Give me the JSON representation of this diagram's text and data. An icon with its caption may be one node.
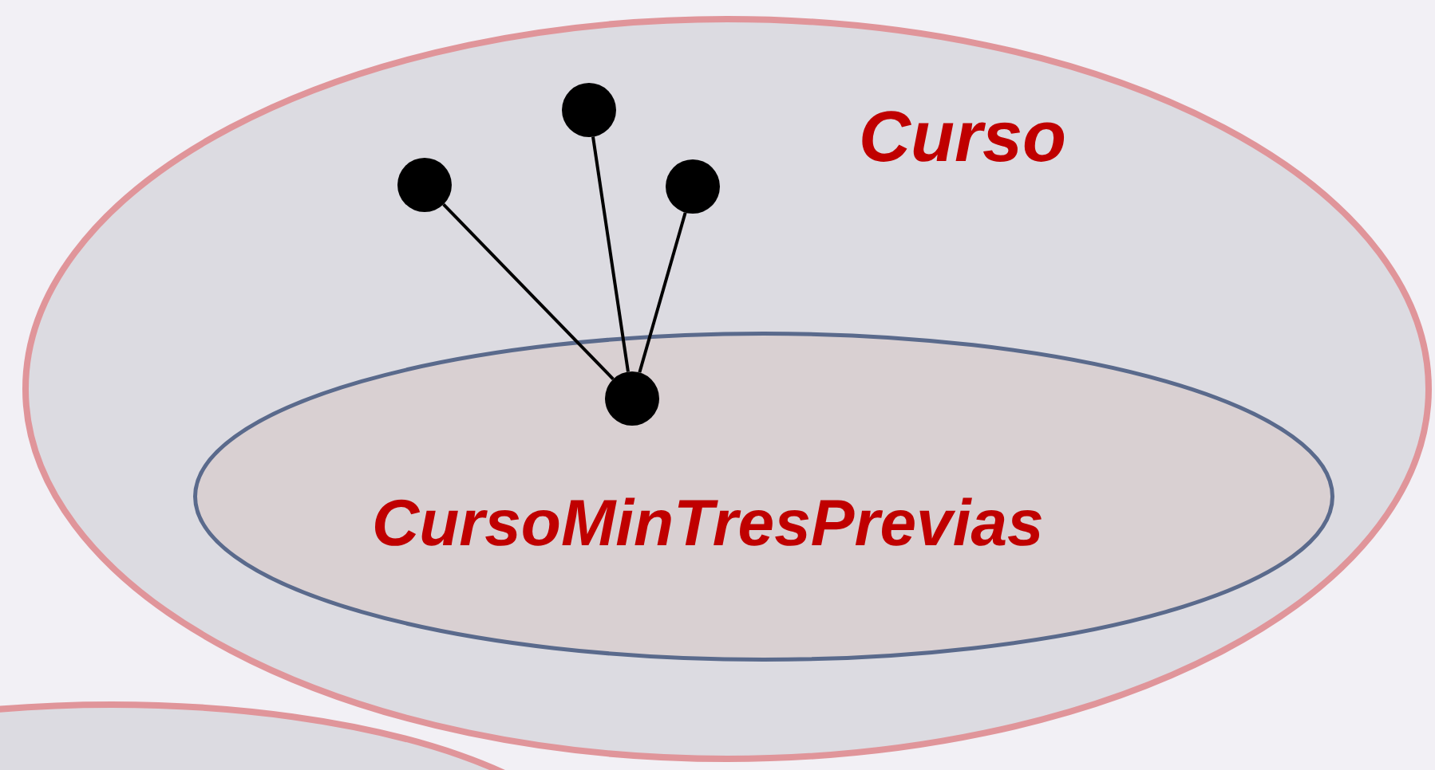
{
  "diagram": {
    "nodes": [
      {
        "text": [
          "Curso"
        ]
      },
      {
        "text": [
          "CursoMinTresPrevias"
        ],
        "in": 0
      },
      {
        "text": [],
        "shape": "circle",
        "in": 0
      },
      {
        "text": [],
        "shape": "circle",
        "in": 0
      },
      {
        "text": [],
        "shape": "circle",
        "in": 0
      },
      {
        "text": [],
        "shape": "circle",
        "in": 1
      },
      {
        "text": [],
        "shape": "ellipse"
      }
    ],
    "edges": [
      {
        "from": 2,
        "to": 5,
        "arrow": "none"
      },
      {
        "from": 3,
        "to": 5,
        "arrow": "none"
      },
      {
        "from": 4,
        "to": 5,
        "arrow": "none"
      }
    ]
  }
}
